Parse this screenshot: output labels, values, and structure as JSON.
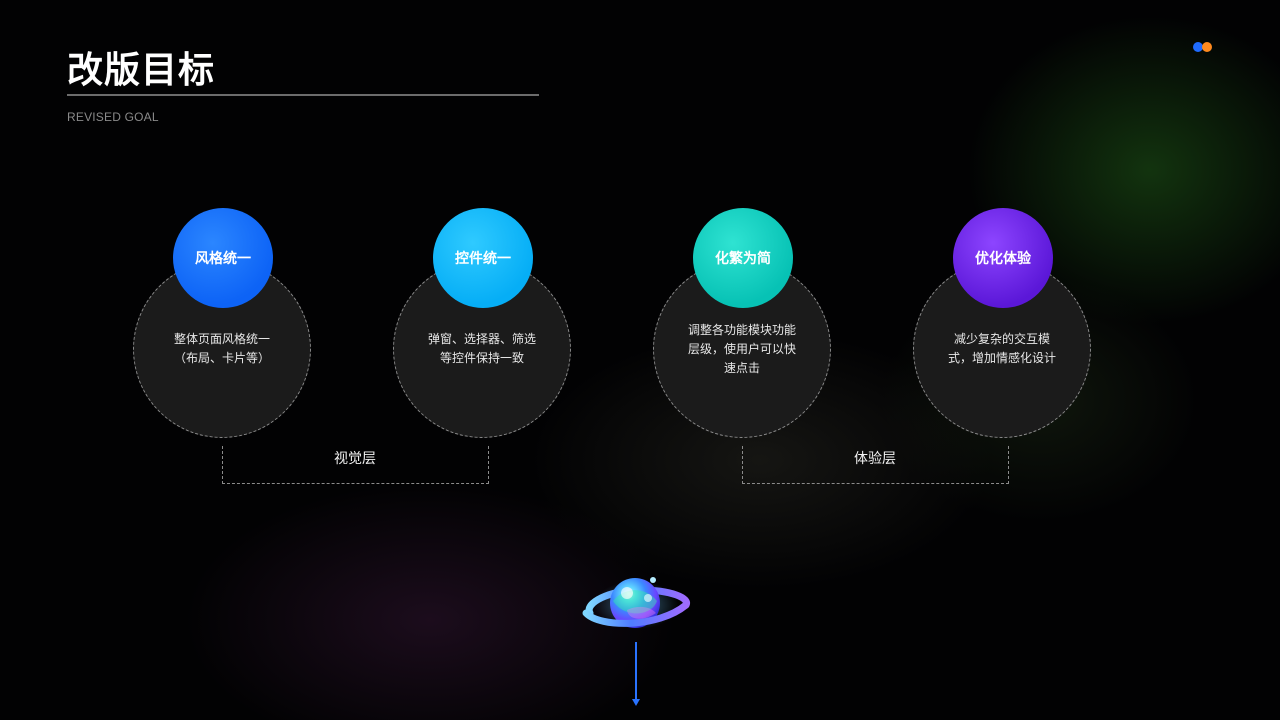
{
  "header": {
    "title": "改版目标",
    "subtitle": "REVISED GOAL"
  },
  "goals": [
    {
      "title": "风格统一",
      "description": "整体页面风格统一\n（布局、卡片等）",
      "color": "#0d63f6"
    },
    {
      "title": "控件统一",
      "description": "弹窗、选择器、筛选\n等控件保持一致",
      "color": "#06aef6"
    },
    {
      "title": "化繁为简",
      "description": "调整各功能模块功能\n层级，使用户可以快\n速点击",
      "color": "#07c2b5"
    },
    {
      "title": "优化体验",
      "description": "减少复杂的交互模\n式，增加情感化设计",
      "color": "#5b17d8"
    }
  ],
  "layers": [
    {
      "label": "视觉层"
    },
    {
      "label": "体验层"
    }
  ],
  "decor": {
    "logo": "two-dot-logo",
    "illustration": "planet-icon",
    "pointer": "arrow-down-icon"
  }
}
